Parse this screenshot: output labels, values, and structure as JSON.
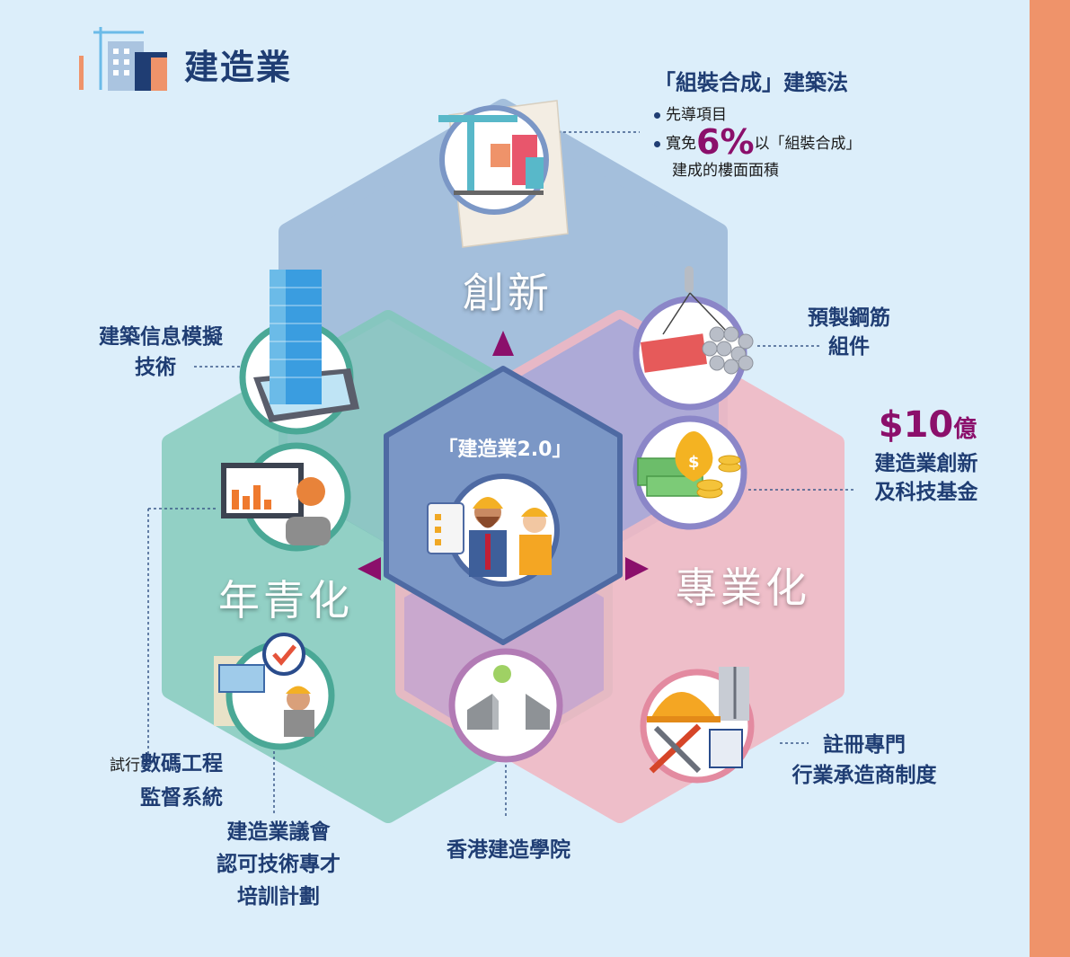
{
  "header": {
    "title": "建造業"
  },
  "center": {
    "title": "「建造業2.0」"
  },
  "segments": {
    "innovation": "創新",
    "youth": "年青化",
    "professional": "專業化"
  },
  "callouts": {
    "modular_title": "「組裝合成」建築法",
    "modular_b1": "先導項目",
    "modular_b2_pre": "寬免",
    "modular_b2_pct": "6%",
    "modular_b2_post": "以「組裝合成」",
    "modular_b2_cont": "建成的樓面面積",
    "rebar_line1": "預製鋼筋",
    "rebar_line2": "組件",
    "fund_amount": "$10",
    "fund_unit": "億",
    "fund_line1": "建造業創新",
    "fund_line2": "及科技基金",
    "registration_line1": "註冊專門",
    "registration_line2": "行業承造商制度",
    "academy": "香港建造學院",
    "council_line1": "建造業議會",
    "council_line2": "認可技術專才",
    "council_line3": "培訓計劃",
    "digital_prefix": "試行",
    "digital_main": "數碼工程",
    "digital_line2": "監督系統",
    "bim_line1": "建築信息模擬",
    "bim_line2": "技術"
  },
  "colors": {
    "background": "#dceefa",
    "accent_bar": "#ef936a",
    "innovation_hex": "#a4bfdc",
    "youth_hex": "#7ec8b7",
    "professional_hex": "#f1b8c3",
    "academy_hex": "#cca3cc",
    "center_hex": "#7b97c6",
    "title_text": "#1f3d73",
    "highlight": "#8b0f6b"
  }
}
